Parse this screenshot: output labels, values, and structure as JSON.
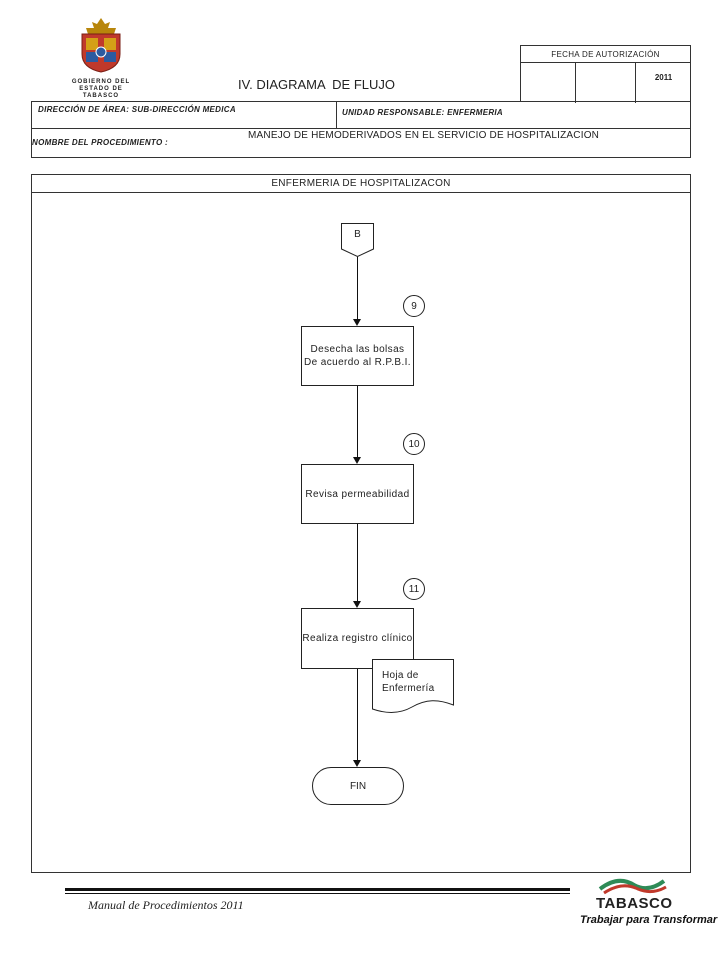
{
  "header": {
    "logo_text": [
      "GOBIERNO DEL",
      "ESTADO DE",
      "TABASCO"
    ],
    "diagram_title": "IV. DIAGRAMA  DE FLUJO",
    "auth_label": "FECHA DE AUTORIZACIÓN",
    "auth_year": "2011",
    "area_label": "DIRECCIÓN DE ÁREA: SUB-DIRECCIÓN MEDICA",
    "unit_label": "UNIDAD RESPONSABLE: ENFERMERIA",
    "procedure_label": "NOMBRE DEL PROCEDIMIENTO :",
    "procedure_name": "MANEJO DE HEMODERIVADOS EN EL SERVICIO DE HOSPITALIZACION"
  },
  "lane": {
    "title": "ENFERMERIA DE HOSPITALIZACON"
  },
  "flow": {
    "connector": "B",
    "steps": [
      {
        "number": "9",
        "text": "Desecha las bolsas\nDe acuerdo al R.P.B.I."
      },
      {
        "number": "10",
        "text": "Revisa permeabilidad"
      },
      {
        "number": "11",
        "text": "Realiza registro clínico"
      }
    ],
    "document": "Hoja de\nEnfermería",
    "end": "FIN"
  },
  "footer": {
    "manual": "Manual de Procedimientos 2011",
    "brand": "TABASCO",
    "slogan": "Trabajar para Transformar"
  }
}
